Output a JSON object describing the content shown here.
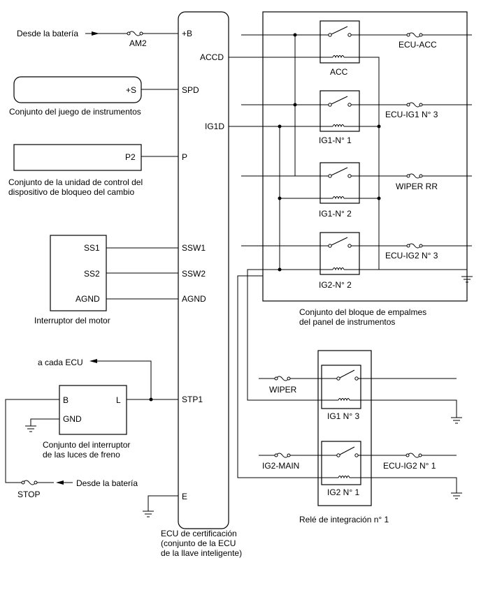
{
  "ecu": {
    "name_lines": [
      "ECU de certificación",
      "(conjunto de la ECU",
      "de la llave inteligente)"
    ],
    "pins": [
      "+B",
      "ACCD",
      "SPD",
      "IG1D",
      "P",
      "SSW1",
      "SSW2",
      "AGND",
      "STP1",
      "E"
    ]
  },
  "left": {
    "from_battery_top": "Desde la batería",
    "fuse_am2": "AM2",
    "instrument_pin": "+S",
    "instrument_name": "Conjunto del juego de instrumentos",
    "shift_lock_pin": "P2",
    "shift_lock_name_lines": [
      "Conjunto de la unidad de control del",
      "dispositivo de bloqueo del cambio"
    ],
    "engine_switch_pins": [
      "SS1",
      "SS2",
      "AGND"
    ],
    "engine_switch_name": "Interruptor del motor",
    "to_each_ecu": "a cada ECU",
    "brake_pins": [
      "B",
      "L",
      "GND"
    ],
    "brake_name_lines": [
      "Conjunto del interruptor",
      "de las luces de freno"
    ],
    "fuse_stop": "STOP",
    "from_battery_bottom": "Desde la batería"
  },
  "junction_block": {
    "name_lines": [
      "Conjunto del bloque de empalmes",
      "del panel de instrumentos"
    ],
    "relays": [
      "ACC",
      "IG1-N° 1",
      "IG1-N° 2",
      "IG2-N° 2"
    ],
    "fuses": [
      "ECU-ACC",
      "ECU-IG1 N° 3",
      "WIPER RR",
      "ECU-IG2 N° 3"
    ]
  },
  "integration_relay": {
    "name": "Relé de integración n° 1",
    "relays": [
      "IG1 N° 3",
      "IG2 N° 1"
    ],
    "fuses": [
      "WIPER",
      "IG2-MAIN",
      "ECU-IG2 N° 1"
    ]
  }
}
